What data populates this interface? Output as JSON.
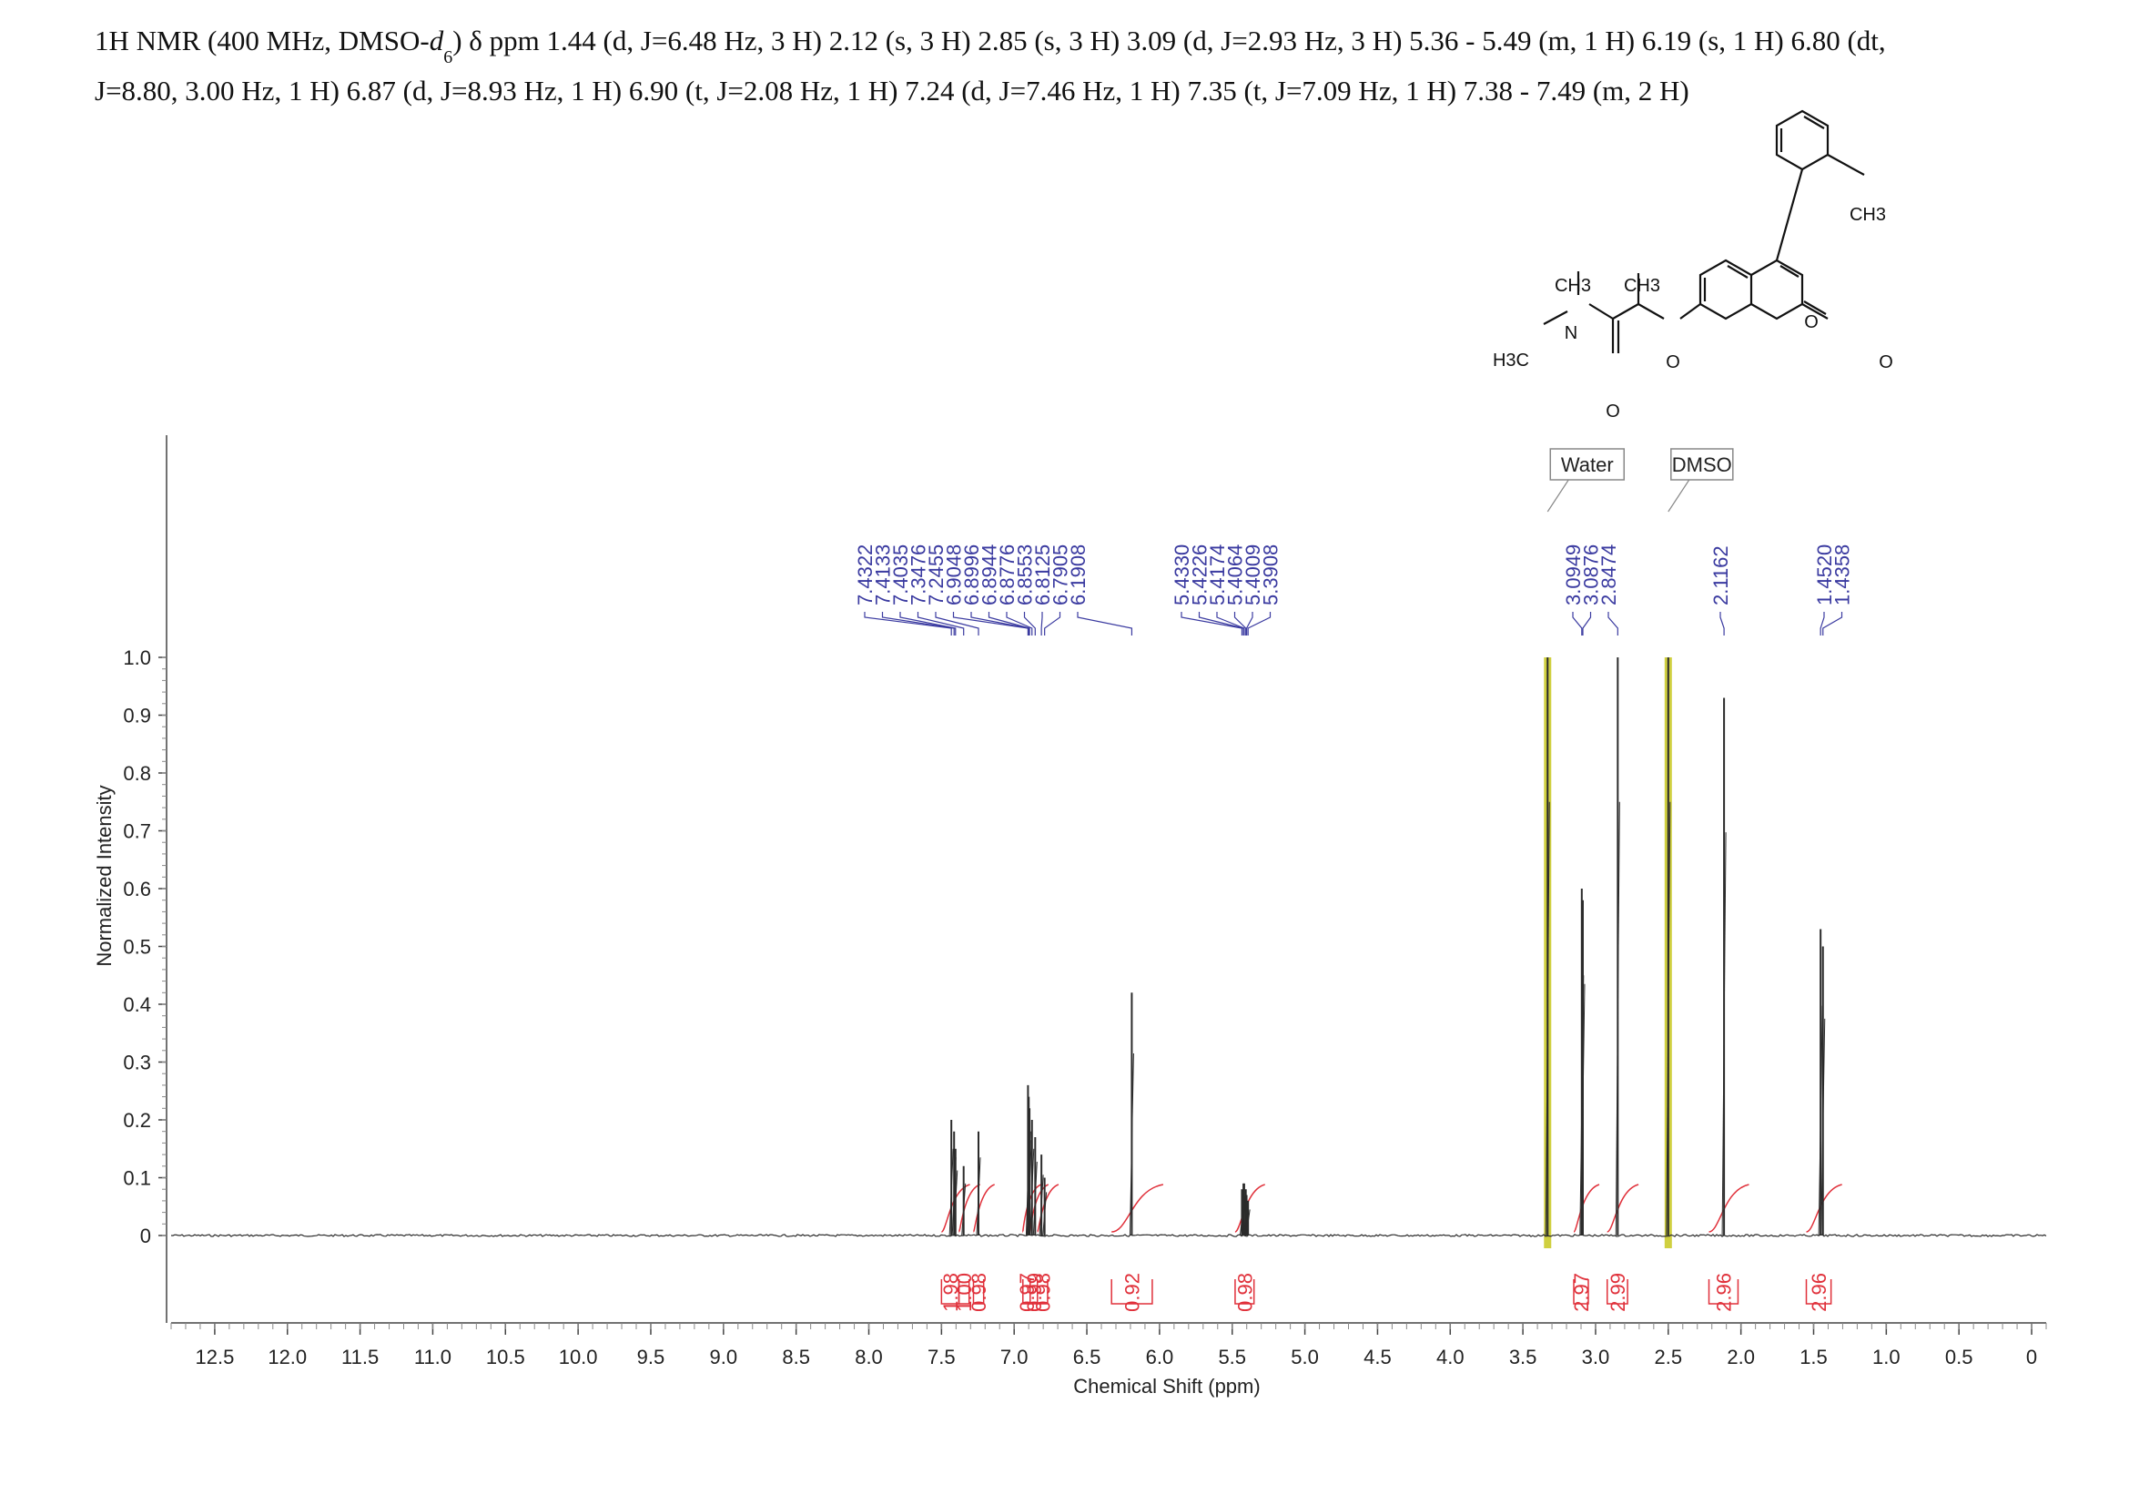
{
  "header": {
    "line1_pre": "1H NMR (400 MHz, DMSO-",
    "line1_d": "d",
    "line1_sub": "6",
    "line1_post": ") δ ppm 1.44 (d, J=6.48 Hz, 3 H) 2.12 (s, 3 H) 2.85 (s, 3 H) 3.09 (d,  J=2.93 Hz, 3 H) 5.36 - 5.49 (m, 1 H) 6.19 (s, 1 H) 6.80 (dt,",
    "line2": "J=8.80, 3.00 Hz, 1 H) 6.87 (d,  J=8.93 Hz, 1 H) 6.90 (t,  J=2.08 Hz, 1 H) 7.24 (d,  J=7.46 Hz, 1 H) 7.35 (t,  J=7.09 Hz, 1 H) 7.38 - 7.49 (m, 2 H)"
  },
  "molecule": {
    "labels": [
      "CH3",
      "CH3",
      "CH3",
      "N",
      "H3C",
      "O",
      "O",
      "O",
      "O"
    ]
  },
  "chart_data": {
    "type": "line",
    "xlabel": "Chemical Shift (ppm)",
    "ylabel": "Normalized Intensity",
    "xlim": [
      12.8,
      -0.1
    ],
    "ylim": [
      0,
      1.0
    ],
    "x_ticks": [
      "12.5",
      "12.0",
      "11.5",
      "11.0",
      "10.5",
      "10.0",
      "9.5",
      "9.0",
      "8.5",
      "8.0",
      "7.5",
      "7.0",
      "6.5",
      "6.0",
      "5.5",
      "5.0",
      "4.5",
      "4.0",
      "3.5",
      "3.0",
      "2.5",
      "2.0",
      "1.5",
      "1.0",
      "0.5",
      "0"
    ],
    "y_ticks": [
      "1.0",
      "0.9",
      "0.8",
      "0.7",
      "0.6",
      "0.5",
      "0.4",
      "0.3",
      "0.2",
      "0.1",
      "0"
    ],
    "peaks": [
      {
        "ppm": 7.4322,
        "intensity": 0.2
      },
      {
        "ppm": 7.4133,
        "intensity": 0.18
      },
      {
        "ppm": 7.4035,
        "intensity": 0.15
      },
      {
        "ppm": 7.3476,
        "intensity": 0.12
      },
      {
        "ppm": 7.2455,
        "intensity": 0.18
      },
      {
        "ppm": 6.9048,
        "intensity": 0.26
      },
      {
        "ppm": 6.8996,
        "intensity": 0.24
      },
      {
        "ppm": 6.8944,
        "intensity": 0.22
      },
      {
        "ppm": 6.8776,
        "intensity": 0.2
      },
      {
        "ppm": 6.8553,
        "intensity": 0.17
      },
      {
        "ppm": 6.8125,
        "intensity": 0.14
      },
      {
        "ppm": 6.7905,
        "intensity": 0.1
      },
      {
        "ppm": 6.1908,
        "intensity": 0.42
      },
      {
        "ppm": 5.433,
        "intensity": 0.08
      },
      {
        "ppm": 5.4226,
        "intensity": 0.09
      },
      {
        "ppm": 5.4174,
        "intensity": 0.09
      },
      {
        "ppm": 5.4064,
        "intensity": 0.08
      },
      {
        "ppm": 5.4009,
        "intensity": 0.07
      },
      {
        "ppm": 5.3908,
        "intensity": 0.06
      },
      {
        "ppm": 3.33,
        "intensity": 1.0
      },
      {
        "ppm": 3.0949,
        "intensity": 0.6
      },
      {
        "ppm": 3.0876,
        "intensity": 0.58
      },
      {
        "ppm": 2.8474,
        "intensity": 1.0
      },
      {
        "ppm": 2.5,
        "intensity": 1.0
      },
      {
        "ppm": 2.1162,
        "intensity": 0.93
      },
      {
        "ppm": 1.452,
        "intensity": 0.53
      },
      {
        "ppm": 1.4358,
        "intensity": 0.5
      }
    ],
    "peak_labels": [
      "7.4322",
      "7.4133",
      "7.4035",
      "7.3476",
      "7.2455",
      "6.9048",
      "6.8996",
      "6.8944",
      "6.8776",
      "6.8553",
      "6.8125",
      "6.7905",
      "6.1908",
      "5.4330",
      "5.4226",
      "5.4174",
      "5.4064",
      "5.4009",
      "5.3908",
      "3.0949",
      "3.0876",
      "2.8474",
      "2.1162",
      "1.4520",
      "1.4358"
    ],
    "integrals": [
      {
        "label": "1.98",
        "from": 7.5,
        "to": 7.38
      },
      {
        "label": "1.00",
        "from": 7.38,
        "to": 7.31
      },
      {
        "label": "0.98",
        "from": 7.28,
        "to": 7.21
      },
      {
        "label": "0.97",
        "from": 6.94,
        "to": 6.89
      },
      {
        "label": "0.99",
        "from": 6.89,
        "to": 6.84
      },
      {
        "label": "0.98",
        "from": 6.84,
        "to": 6.77
      },
      {
        "label": "0.92",
        "from": 6.33,
        "to": 6.05
      },
      {
        "label": "0.98",
        "from": 5.48,
        "to": 5.35
      },
      {
        "label": "2.97",
        "from": 3.15,
        "to": 3.05
      },
      {
        "label": "2.99",
        "from": 2.92,
        "to": 2.78
      },
      {
        "label": "2.96",
        "from": 2.22,
        "to": 2.02
      },
      {
        "label": "2.96",
        "from": 1.55,
        "to": 1.38
      }
    ],
    "solvent_tags": [
      {
        "label": "Water",
        "ppm": 3.33
      },
      {
        "label": "DMSO",
        "ppm": 2.5
      }
    ],
    "colors": {
      "trace": "#2b2b2b",
      "peak_label": "#3a3aa0",
      "integral": "#e0303a",
      "solvent": "#c8c81e"
    }
  }
}
